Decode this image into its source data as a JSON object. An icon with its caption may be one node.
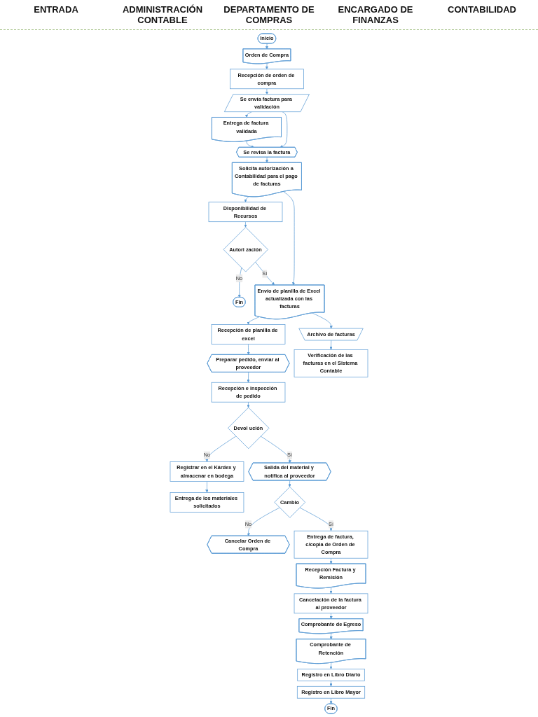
{
  "diagram": {
    "nodes": [
      {
        "text": [
          "Inicio"
        ]
      },
      {
        "text": [
          "Orden de Compra"
        ]
      },
      {
        "text": [
          "Entrega de los materiales solicitados"
        ]
      },
      {
        "text": [
          "Recepción de orden de compra"
        ]
      },
      {
        "text": [
          "Se envía factura para validación"
        ]
      },
      {
        "text": [
          "Se revisa la factura"
        ]
      },
      {
        "text": [
          "Solicita autorización a Contabilidad para el pago de facturas"
        ]
      },
      {
        "text": [
          "Envío de planilla de Excel actualizada con las facturas"
        ]
      },
      {
        "text": [
          "Archivo de facturas"
        ]
      },
      {
        "text": [
          "Verificación de las facturas en el Sistema Contable"
        ]
      },
      {
        "text": [
          "Cancelar Orden de Compra"
        ]
      },
      {
        "text": [
          "Entrega de factura validada"
        ]
      },
      {
        "text": [
          "Recepción de planilla de excel"
        ]
      },
      {
        "text": [
          "Preparar pedido, enviar al proveedor"
        ]
      },
      {
        "text": [
          "Cambio"
        ]
      },
      {
        "text": [
          "Entrega de factura, c/copia de Orden de Compra"
        ]
      },
      {
        "text": [
          "Recepción e inspección de pedido"
        ]
      },
      {
        "text": [
          "Devol ución"
        ]
      },
      {
        "text": [
          "Registrar en el Kárdex y almacenar en bodega"
        ]
      },
      {
        "text": [
          "Salida del material y notifica al proveedor"
        ]
      },
      {
        "text": [
          "Disponibilidad de Recursos"
        ]
      },
      {
        "text": [
          "Autori zación"
        ]
      },
      {
        "text": [
          "Fin"
        ]
      },
      {
        "text": [
          "Recepción Factura y Remisión"
        ]
      },
      {
        "text": [
          "Cancelación de la factura al proveedor"
        ]
      },
      {
        "text": [
          "Comprobante de Egreso"
        ]
      },
      {
        "text": [
          "Comprobante de Retención"
        ]
      },
      {
        "text": [
          "Registro en Libro Diario"
        ]
      },
      {
        "text": [
          "Registro en Libro Mayor"
        ]
      },
      {
        "text": [
          "Fin"
        ]
      }
    ],
    "edges": [
      {
        "from": 0,
        "to": 1,
        "arrow": "to"
      },
      {
        "from": 1,
        "to": 3,
        "arrow": "to"
      },
      {
        "from": 3,
        "to": 4,
        "arrow": "to"
      },
      {
        "from": 4,
        "to": 11,
        "arrow": "to"
      },
      {
        "from": 11,
        "to": 5,
        "arrow": "to"
      },
      {
        "from": 4,
        "to": 5,
        "arrow": "to"
      },
      {
        "from": 5,
        "to": 6,
        "arrow": "to"
      },
      {
        "from": 6,
        "to": 20,
        "arrow": "to"
      },
      {
        "from": 20,
        "to": 21,
        "arrow": "to"
      },
      {
        "from": 21,
        "to": 22,
        "label": "No",
        "arrow": "to"
      },
      {
        "from": 21,
        "to": 7,
        "label": "Sí",
        "arrow": "to"
      },
      {
        "from": 6,
        "to": 7,
        "arrow": "to"
      },
      {
        "from": 7,
        "to": 12,
        "arrow": "to"
      },
      {
        "from": 7,
        "to": 8,
        "arrow": "to"
      },
      {
        "from": 12,
        "to": 13,
        "arrow": "to"
      },
      {
        "from": 13,
        "to": 16,
        "arrow": "to"
      },
      {
        "from": 16,
        "to": 17,
        "arrow": "to"
      },
      {
        "from": 17,
        "to": 18,
        "label": "No",
        "arrow": "to"
      },
      {
        "from": 17,
        "to": 19,
        "label": "Sí",
        "arrow": "to"
      },
      {
        "from": 18,
        "to": 2,
        "arrow": "to"
      },
      {
        "from": 8,
        "to": 9,
        "arrow": "to"
      },
      {
        "from": 19,
        "to": 14,
        "arrow": "to"
      },
      {
        "from": 14,
        "to": 10,
        "label": "No",
        "arrow": "to"
      },
      {
        "from": 14,
        "to": 15,
        "label": "Sí",
        "arrow": "to"
      },
      {
        "from": 15,
        "to": 23,
        "arrow": "to"
      },
      {
        "from": 23,
        "to": 24,
        "arrow": "to"
      },
      {
        "from": 24,
        "to": 25,
        "arrow": "to"
      },
      {
        "from": 25,
        "to": 26,
        "arrow": "to"
      },
      {
        "from": 26,
        "to": 27,
        "arrow": "to"
      },
      {
        "from": 27,
        "to": 28,
        "arrow": "to"
      },
      {
        "from": 28,
        "to": 29,
        "arrow": "to"
      }
    ],
    "labels": [
      "ENTRADA",
      "ADMINISTRACIÓN CONTABLE",
      "DEPARTAMENTO DE COMPRAS",
      "ENCARGADO DE FINANZAS",
      "CONTABILIDAD"
    ]
  }
}
